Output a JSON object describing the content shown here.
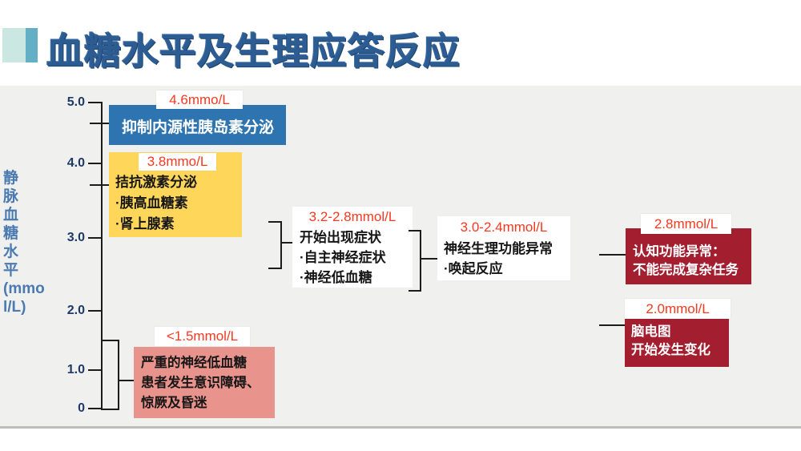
{
  "slide": {
    "title": "血糖水平及生理应答反应"
  },
  "axis": {
    "title": "静\n脉\n血\n糖\n水\n平\n(mmo\nl/L)",
    "tick_labels": [
      "5.0",
      "4.0",
      "3.0",
      "2.0",
      "1.0",
      "0"
    ]
  },
  "levels": [
    {
      "id": "insulin-suppression",
      "value_label": "4.6mmo/L",
      "lines": [
        "抑制内源性胰岛素分泌"
      ]
    },
    {
      "id": "counter-regulatory-hormones",
      "value_label": "3.8mmo/L",
      "lines": [
        "拮抗激素分泌",
        "·胰高血糖素",
        "·肾上腺素"
      ]
    },
    {
      "id": "symptom-onset",
      "value_label": "3.2-2.8mmol/L",
      "lines": [
        "开始出现症状",
        "·自主神经症状",
        "·神经低血糖"
      ]
    },
    {
      "id": "neurophysiological-dysfunction",
      "value_label": "3.0-2.4mmol/L",
      "lines": [
        "神经生理功能异常",
        "·唤起反应"
      ]
    },
    {
      "id": "cognitive-dysfunction",
      "value_label": "2.8mmol/L",
      "lines": [
        "认知功能异常：",
        "不能完成复杂任务"
      ]
    },
    {
      "id": "eeg-changes",
      "value_label": "2.0mmol/L",
      "lines": [
        "脑电图",
        "开始发生变化"
      ]
    },
    {
      "id": "severe-neuroglycopenia",
      "value_label": "<1.5mmol/L",
      "lines": [
        "严重的神经低血糖",
        "患者发生意识障碍、",
        "惊厥及昏迷"
      ]
    }
  ],
  "colors": {
    "blue_box": "#2e74b0",
    "yellow_box": "#fed75a",
    "dark_red_box": "#a31f2f",
    "pink_box": "#e9938d",
    "value_label_text": "#f9391f",
    "axis_text": "#1e3a66",
    "axis_side_label": "#4a7ab0",
    "title_text": "#2d5c92",
    "panel_background": "#f0f0ef"
  }
}
